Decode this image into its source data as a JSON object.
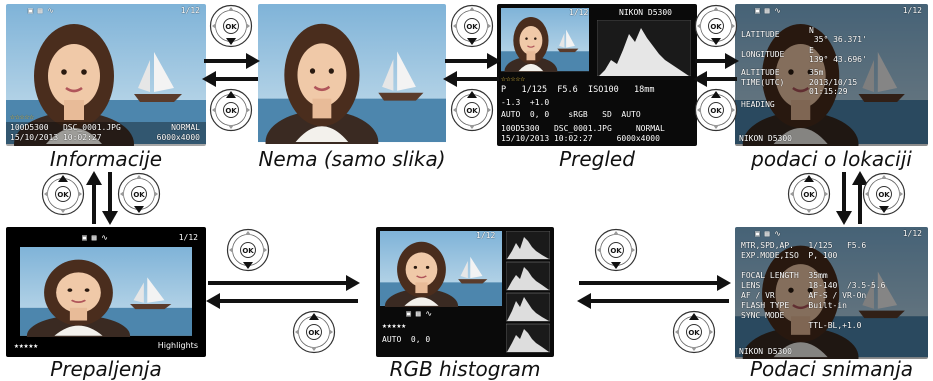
{
  "captions": {
    "informacije": "Informacije",
    "nema": "Nema (samo slika)",
    "pregled": "Pregled",
    "lokacija": "podaci o lokaciji",
    "prepaljenja": "Prepaljenja",
    "rgb": "RGB histogram",
    "snimanja": "Podaci snimanja"
  },
  "screens": {
    "informacije": {
      "counter": "1/12",
      "stars": "☆☆☆☆☆",
      "file_line1": "100D5300   DSC_0001.JPG",
      "quality": "NORMAL",
      "date_line": "15/10/2013 10:02:27",
      "size": "6000x4000"
    },
    "pregled": {
      "counter": "1/12",
      "camera": "NIKON D5300",
      "row1": "P   1/125  F5.6  ISO100   18mm",
      "row2": "-1.3  +1.0",
      "row3": "AUTO  0, 0    sRGB   SD  AUTO",
      "file_line1": "100D5300   DSC_0001.JPG     NORMAL",
      "date_line": "15/10/2013 10:02:27     6000x4000"
    },
    "lokacija": {
      "counter": "1/12",
      "latitude_label": "LATITUDE",
      "latitude_value": "N\n 35° 36.371'",
      "longitude_label": "LONGITUDE",
      "longitude_value": "E\n139° 43.696'",
      "altitude_label": "ALTITUDE",
      "altitude_value": "35m",
      "time_label": "TIME(UTC)",
      "time_value": "2013/10/15\n01:15:29",
      "heading_label": "HEADING",
      "camera": "NIKON D5300"
    },
    "prepaljenja": {
      "counter": "1/12",
      "stars": "★★★★★",
      "label": "Highlights"
    },
    "rgb": {
      "counter": "1/12",
      "stars": "★★★★★",
      "row": "AUTO  0, 0"
    },
    "snimanja": {
      "counter": "1/12",
      "rows": "MTR,SPD,AP.   1/125   F5.6\nEXP.MODE,ISO  P, 100\n\nFOCAL LENGTH  35mm\nLENS          18-140  /3.5-5.6\nAF / VR       AF-S / VR-On\nFLASH TYPE    Built-in\nSYNC MODE\n              TTL-BL,+1.0",
      "camera": "NIKON D5300"
    }
  },
  "colors": {
    "arrow": "#111111",
    "dpad_ring": "#333333",
    "pressed": "#111111"
  }
}
